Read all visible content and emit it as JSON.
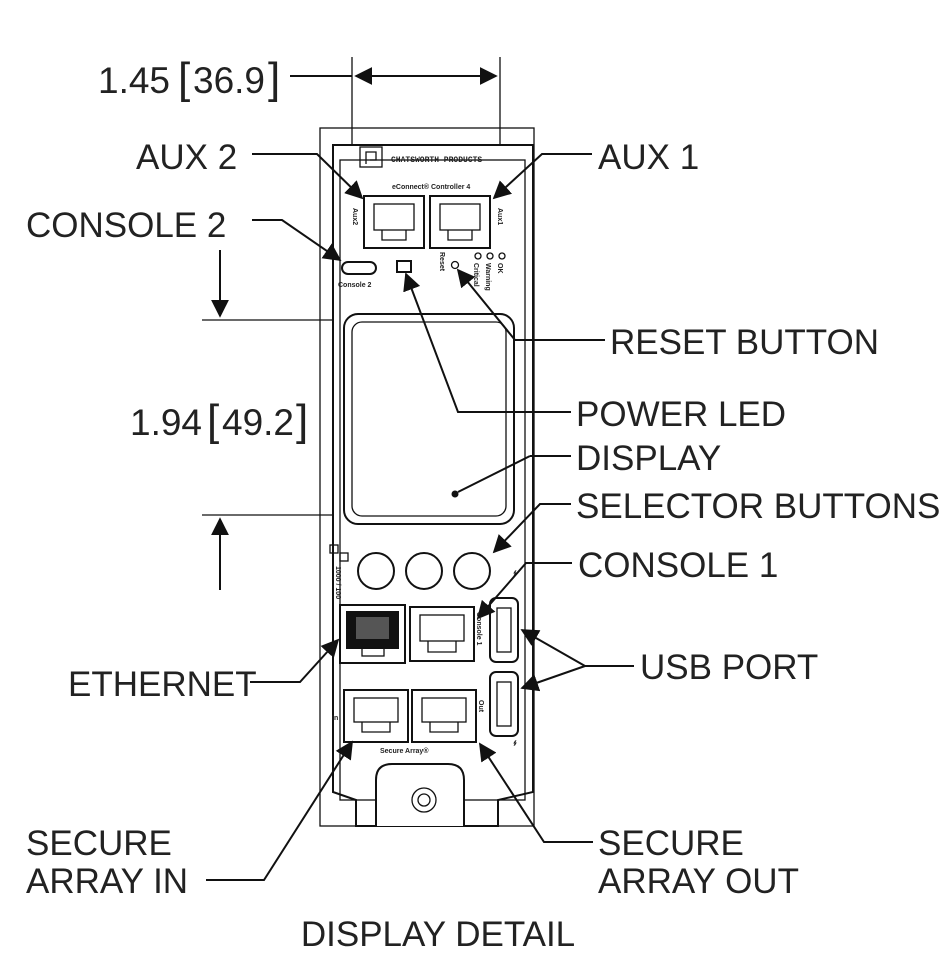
{
  "dimensions": {
    "width": "1.45",
    "width_metric": "36.9",
    "height": "1.94",
    "height_metric": "49.2"
  },
  "callouts": {
    "aux2": "AUX 2",
    "aux1": "AUX 1",
    "console2": "CONSOLE 2",
    "reset_button": "RESET BUTTON",
    "power_led": "POWER LED",
    "display": "DISPLAY",
    "selector_buttons": "SELECTOR BUTTONS",
    "console1": "CONSOLE 1",
    "ethernet": "ETHERNET",
    "usb_port": "USB PORT",
    "secure_array_in_1": "SECURE",
    "secure_array_in_2": "ARRAY IN",
    "secure_array_out_1": "SECURE",
    "secure_array_out_2": "ARRAY OUT"
  },
  "caption": "DISPLAY DETAIL",
  "device_text": {
    "brand": "CHATSWORTH PRODUCTS",
    "model": "eConnect® Controller 4",
    "aux2": "Aux2",
    "aux1": "Aux1",
    "console2": "Console 2",
    "reset": "Reset",
    "ok": "OK",
    "warning": "Warning",
    "critical": "Critical",
    "console1": "Console 1",
    "secure_array": "Secure Array®",
    "in": "In",
    "out": "Out",
    "speed": "1000 / 100"
  }
}
